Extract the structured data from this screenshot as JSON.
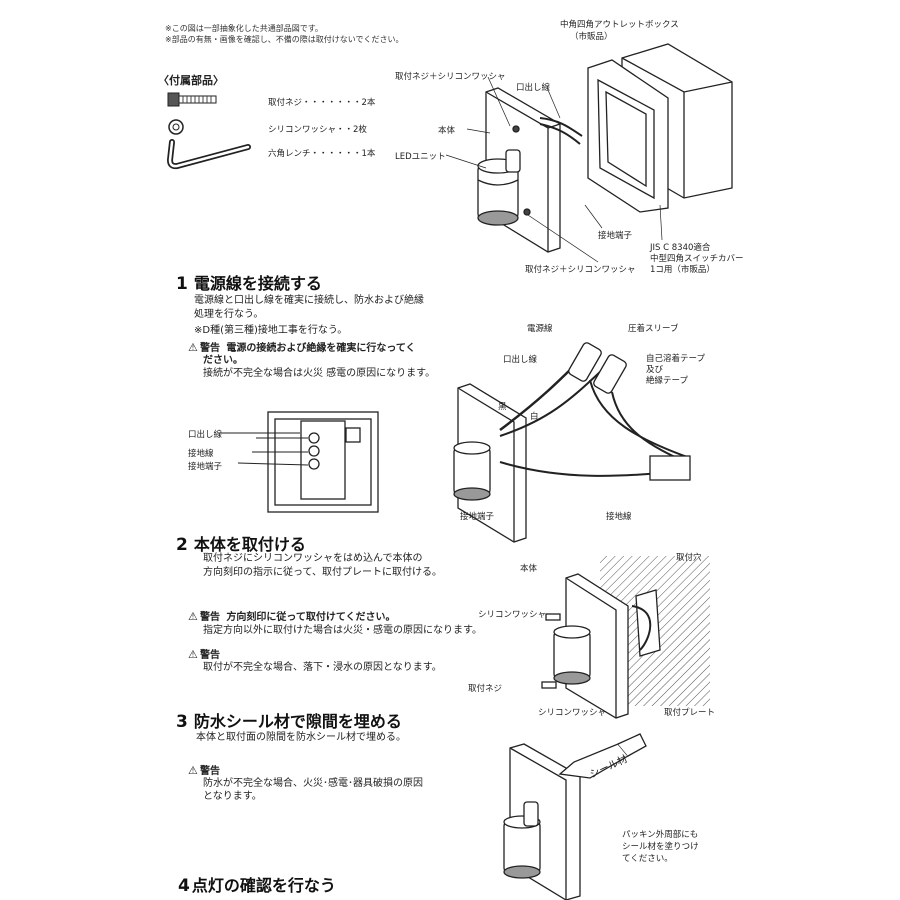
{
  "header": {
    "note1": "※この図は一部抽象化した共通部品図です。",
    "note2": "※部品の有無・画像を確認し、不備の際は取付けないでください。"
  },
  "accessories": {
    "title": "〈付属部品〉",
    "items": [
      {
        "label": "取付ネジ・・・・・・・2本"
      },
      {
        "label": "シリコンワッシャ・・2枚"
      },
      {
        "label": "六角レンチ・・・・・・1本"
      }
    ]
  },
  "diagram1": {
    "labels": {
      "outlet_box": "中角四角アウトレットボックス",
      "outlet_box_sub": "（市販品）",
      "screw_washer_top": "取付ネジ＋シリコンワッシャ",
      "lead_wire": "口出し線",
      "body": "本体",
      "led_unit": "LEDユニット",
      "ground_terminal": "接地端子",
      "screw_washer_bottom": "取付ネジ＋シリコンワッシャ",
      "cover1": "JIS C 8340適合",
      "cover2": "中型四角スイッチカバー",
      "cover3": "1コ用（市販品）"
    }
  },
  "step1": {
    "number": "1",
    "title": "電源線を接続する",
    "body1": "電源線と口出し線を確実に接続し、防水および絶縁",
    "body2": "処理を行なう。",
    "body3": "※D種(第三種)接地工事を行なう。",
    "warn_label": "警告",
    "warn_text1": "電源の接続および絶縁を確実に行なってく",
    "warn_text2": "ださい。",
    "warn_text3": "接続が不完全な場合は火災 感電の原因になります。",
    "labels": {
      "lead_wire": "口出し線",
      "ground_wire": "接地線",
      "ground_terminal": "接地端子",
      "power_wire": "電源線",
      "lead_wire2": "口出し線",
      "sleeve": "圧着スリーブ",
      "tape1": "自己溶着テープ",
      "tape2": "及び",
      "tape3": "絶縁テープ",
      "black": "黒",
      "white": "白",
      "ground_terminal2": "接地端子",
      "ground_wire2": "接地線"
    }
  },
  "step2": {
    "number": "2",
    "title": "本体を取付ける",
    "body1": "取付ネジにシリコンワッシャをはめ込んで本体の",
    "body2": "方向刻印の指示に従って、取付プレートに取付ける。",
    "warn1_label": "警告",
    "warn1_text1": "方向刻印に従って取付けてください。",
    "warn1_text2": "指定方向以外に取付けた場合は火災・感電の原因になります。",
    "warn2_label": "警告",
    "warn2_text": "取付が不完全な場合、落下・浸水の原因となります。",
    "labels": {
      "body": "本体",
      "mount_hole": "取付穴",
      "washer": "シリコンワッシャ",
      "screw": "取付ネジ",
      "washer2": "シリコンワッシャ",
      "plate": "取付プレート"
    }
  },
  "step3": {
    "number": "3",
    "title": "防水シール材で隙間を埋める",
    "body1": "本体と取付面の隙間を防水シール材で埋める。",
    "warn_label": "警告",
    "warn_text1": "防水が不完全な場合、火災･感電･器具破損の原因",
    "warn_text2": "となります。",
    "labels": {
      "sealant": "シール材",
      "packing1": "パッキン外周部にも",
      "packing2": "シール材を塗りつけ",
      "packing3": "てください。"
    }
  },
  "step4": {
    "number": "4",
    "title": "点灯の確認を行なう"
  }
}
